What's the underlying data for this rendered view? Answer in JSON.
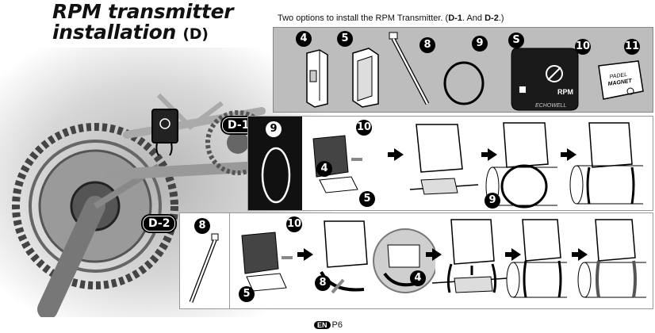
{
  "header": {
    "title_line1": "RPM transmitter",
    "title_line2": "installation",
    "section": "(D)"
  },
  "intro": {
    "text": "Two options to install the RPM Transmitter.",
    "opt1": "D-1",
    "mid": ". And ",
    "opt2": "D-2",
    "end": ".)",
    "open": " ("
  },
  "parts": {
    "items": [
      {
        "num": "4",
        "icon": "sensor-bracket-icon"
      },
      {
        "num": "5",
        "icon": "rubber-pad-icon"
      },
      {
        "num": "8",
        "icon": "cable-tie-icon"
      },
      {
        "num": "9",
        "icon": "o-ring-icon"
      },
      {
        "num": "10",
        "icon": "rpm-transmitter-icon"
      },
      {
        "num": "11",
        "icon": "pedal-magnet-icon"
      }
    ],
    "screw_num": "S",
    "transmitter_label": "RPM",
    "brand": "ECHOWELL",
    "magnet_label_1": "PADEL",
    "magnet_label_2": "MAGNET"
  },
  "option1": {
    "badge": "D-1",
    "callouts": {
      "oring": "9",
      "transmitter": "10",
      "bracket": "4",
      "pad": "5",
      "oring2": "9"
    }
  },
  "option2": {
    "badge": "D-2",
    "callouts": {
      "tie": "8",
      "transmitter": "10",
      "tie2": "8",
      "pad": "5",
      "bracket": "4"
    }
  },
  "footer": {
    "lang": "EN",
    "page": "P6"
  }
}
